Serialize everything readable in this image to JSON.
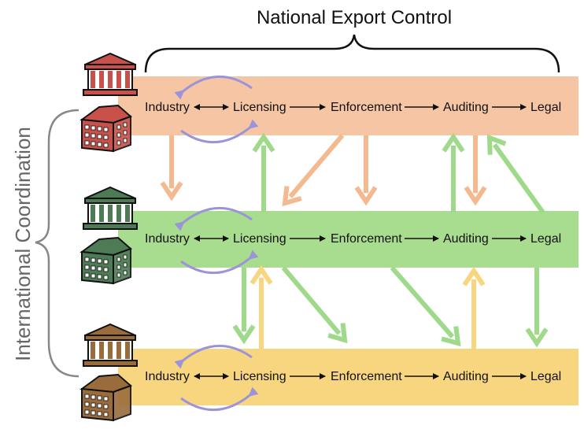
{
  "title": "National Export Control",
  "side_label": "International Coordination",
  "colors": {
    "row1_band": "#f6c6a4",
    "row2_band": "#a8dc8f",
    "row3_band": "#f8d67f",
    "arrow_orange": "#f4b98f",
    "arrow_green": "#9fd98a",
    "arrow_yellow": "#f8d67f",
    "cycle_arrow": "#9b94d9",
    "gov_red": "#c8524b",
    "gov_green": "#4d7b55",
    "gov_brown": "#9a6c3c"
  },
  "rows": [
    {
      "id": "row1",
      "stages": [
        "Industry",
        "Licensing",
        "Enforcement",
        "Auditing",
        "Legal"
      ]
    },
    {
      "id": "row2",
      "stages": [
        "Industry",
        "Licensing",
        "Enforcement",
        "Auditing",
        "Legal"
      ]
    },
    {
      "id": "row3",
      "stages": [
        "Industry",
        "Licensing",
        "Enforcement",
        "Auditing",
        "Legal"
      ]
    }
  ]
}
